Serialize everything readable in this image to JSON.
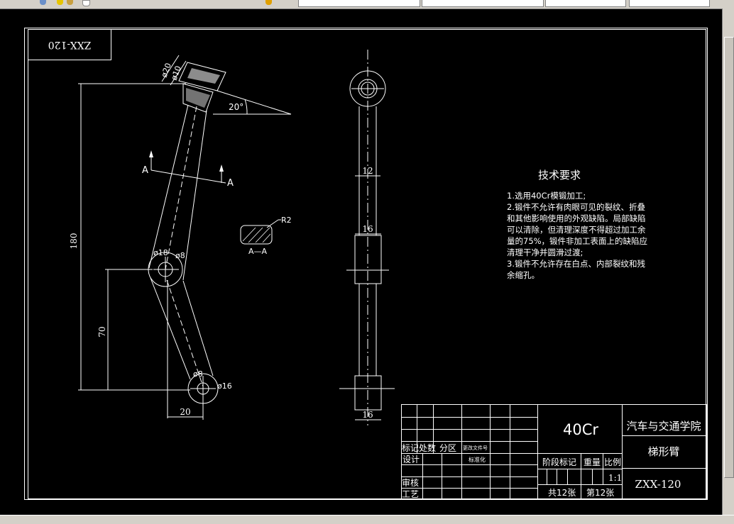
{
  "drawing": {
    "corner_code": "ZXX-120",
    "dimensions": {
      "dia20_top": "ø20",
      "dia10_top": "ø10",
      "angle": "20°",
      "len180": "180",
      "len70": "70",
      "dia18": "ø18",
      "dia8_mid": "ø8",
      "dia8_bot": "ø8",
      "dia16": "ø16",
      "width20": "20",
      "w12": "12",
      "w16_mid": "16",
      "w16_bot": "16",
      "r2": "R2"
    },
    "section_mark": "A",
    "section_label": "A—A",
    "tech_title": "技术要求",
    "tech_lines": [
      "1.选用40Cr模锻加工;",
      "2.锻件不允许有肉眼可见的裂纹、折叠",
      "和其他影响使用的外观缺陷。局部缺陷",
      "可以清除，但清理深度不得超过加工余",
      "量的75%，锻件非加工表面上的缺陷应",
      "清理干净并圆滑过渡;",
      "3.锻件不允许存在白点、内部裂纹和残",
      "余缩孔。"
    ]
  },
  "title_block": {
    "material": "40Cr",
    "school": "汽车与交通学院",
    "part_name": "梯形臂",
    "drawing_no": "ZXX-120",
    "h_mark": "标记",
    "h_count": "处数",
    "h_zone": "分区",
    "h_docno": "更改文件号",
    "h_design": "设计",
    "h_std": "标准化",
    "h_stage": "阶段标记",
    "h_weight": "重量",
    "h_scale": "比例",
    "h_review": "审核",
    "h_process": "工艺",
    "scale": "1:1",
    "sheets_total": "共12张",
    "sheet_no": "第12张"
  },
  "colors": {
    "background": "#000000",
    "lines": "#ffffff",
    "chrome": "#d4d0c8"
  }
}
